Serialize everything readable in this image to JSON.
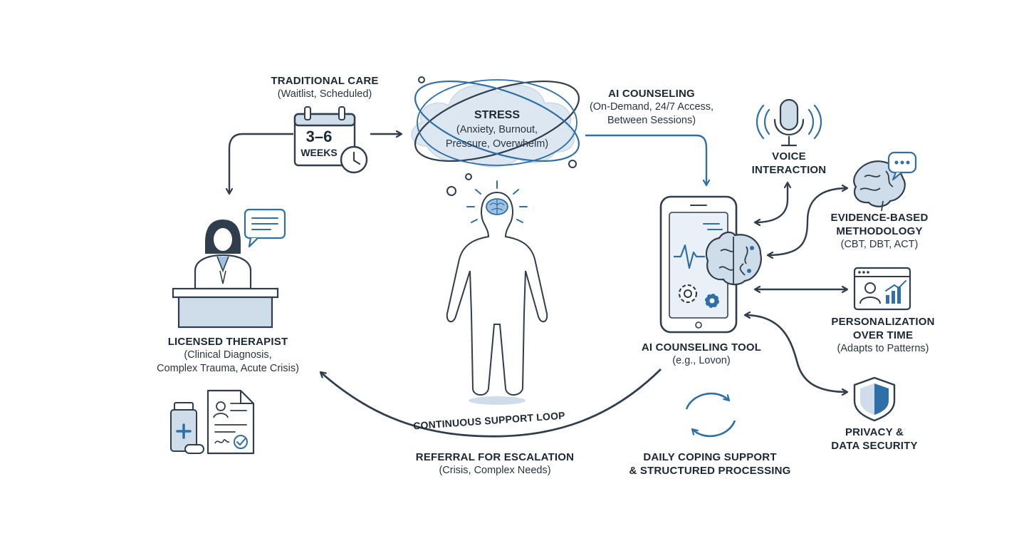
{
  "stress": {
    "title": "STRESS",
    "line1": "(Anxiety, Burnout,",
    "line2": "Pressure, Overwhelm)"
  },
  "traditional": {
    "title": "TRADITIONAL CARE",
    "subtitle": "(Waitlist, Scheduled)",
    "wait_number": "3–6",
    "wait_unit": "WEEKS"
  },
  "ai_counseling": {
    "title": "AI COUNSELING",
    "line1": "(On-Demand, 24/7 Access,",
    "line2": "Between Sessions)"
  },
  "therapist": {
    "title": "LICENSED THERAPIST",
    "line1": "(Clinical Diagnosis,",
    "line2": "Complex Trauma, Acute Crisis)"
  },
  "tool": {
    "title": "AI COUNSELING TOOL",
    "subtitle": "(e.g., Lovon)"
  },
  "voice": {
    "line1": "VOICE",
    "line2": "INTERACTION"
  },
  "evidence": {
    "line1": "EVIDENCE-BASED",
    "line2": "METHODOLOGY",
    "subtitle": "(CBT, DBT, ACT)"
  },
  "personalization": {
    "line1": "PERSONALIZATION",
    "line2": "OVER TIME",
    "subtitle": "(Adapts to Patterns)"
  },
  "privacy": {
    "line1": "PRIVACY &",
    "line2": "DATA SECURITY"
  },
  "loop": {
    "label": "CONTINUOUS SUPPORT LOOP"
  },
  "referral": {
    "title": "REFERRAL FOR ESCALATION",
    "subtitle": "(Crisis, Complex Needs)"
  },
  "daily": {
    "line1": "DAILY COPING SUPPORT",
    "line2": "& STRUCTURED PROCESSING"
  },
  "colors": {
    "navy": "#2f3d4c",
    "blue": "#2e6fa7",
    "light_blue": "#cfdcea",
    "cloud": "#dde7f1"
  }
}
